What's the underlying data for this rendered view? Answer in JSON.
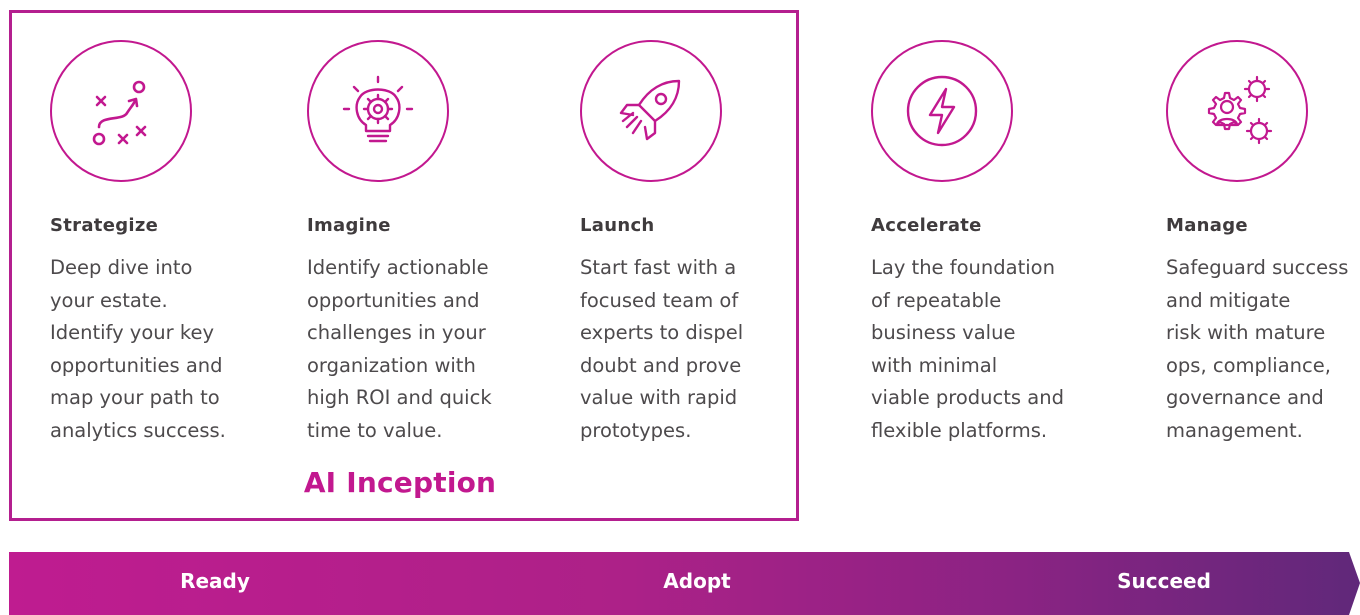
{
  "accent_color": "#c2188f",
  "frame": {
    "label": "AI Inception"
  },
  "steps": [
    {
      "icon": "strategy-play-icon",
      "title": "Strategize",
      "text": "Deep dive into\nyour estate.\nIdentify your key\nopportunities and\nmap your path to\nanalytics success."
    },
    {
      "icon": "lightbulb-gear-icon",
      "title": "Imagine",
      "text": "Identify actionable\nopportunities and\nchallenges in your\norganization with\nhigh ROI and quick\ntime to value."
    },
    {
      "icon": "rocket-icon",
      "title": "Launch",
      "text": "Start fast with a\nfocused team of\nexperts to dispel\ndoubt and prove\nvalue with rapid\nprototypes."
    },
    {
      "icon": "lightning-bolt-icon",
      "title": "Accelerate",
      "text": "Lay the foundation\nof repeatable\nbusiness value\nwith minimal\nviable products and\nflexible platforms."
    },
    {
      "icon": "user-gears-icon",
      "title": "Manage",
      "text": "Safeguard success\nand mitigate\nrisk with mature\nops, compliance,\ngovernance and\nmanagement."
    }
  ],
  "phases": [
    "Ready",
    "Adopt",
    "Succeed"
  ]
}
